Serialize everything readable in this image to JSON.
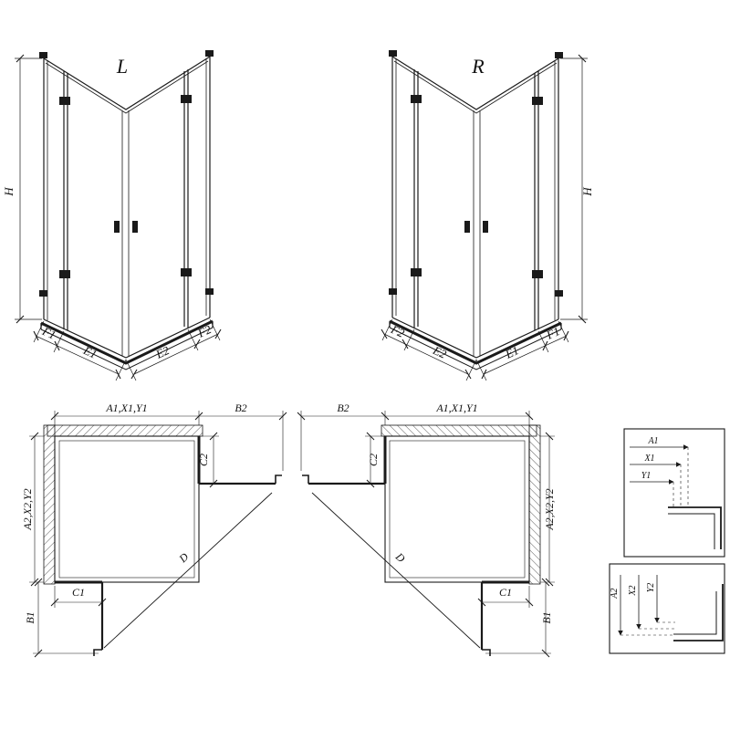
{
  "colors": {
    "line": "#1a1a1a",
    "background": "#ffffff",
    "hatch": "#555555"
  },
  "iso_left": {
    "view_label": "L",
    "height_dim": "H",
    "bottom_dims": [
      "F1",
      "E1",
      "E2",
      "F2"
    ]
  },
  "iso_right": {
    "view_label": "R",
    "height_dim": "H",
    "bottom_dims": [
      "F2",
      "E2",
      "E1",
      "F1"
    ]
  },
  "plan_left": {
    "top_dim": "A1,X1,Y1",
    "top_right_dim": "B2",
    "side_dim": "A2,X2,Y2",
    "return_top_dim": "C2",
    "return_bottom_dim": "C1",
    "bottom_dim": "B1",
    "diagonal_dim": "D"
  },
  "plan_right": {
    "top_dim": "A1,X1,Y1",
    "top_left_dim": "B2",
    "side_dim": "A2,X2,Y2",
    "return_top_dim": "C2",
    "return_bottom_dim": "C1",
    "bottom_dim": "B1",
    "diagonal_dim": "D"
  },
  "detail_top": {
    "dims": [
      "A1",
      "X1",
      "Y1"
    ]
  },
  "detail_bottom": {
    "dims": [
      "A2",
      "X2",
      "Y2"
    ]
  }
}
